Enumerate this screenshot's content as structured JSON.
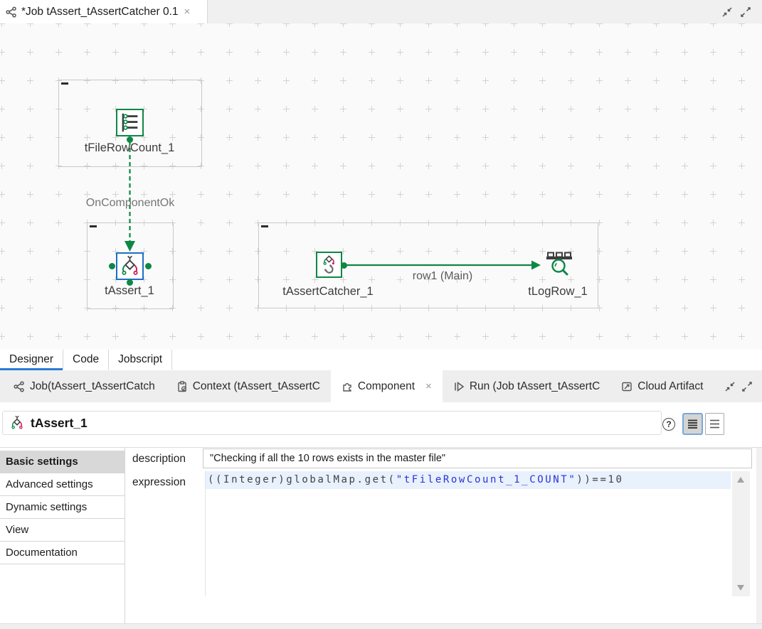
{
  "ui": {
    "close_glyph": "×",
    "help_glyph": "?"
  },
  "editor_tab": {
    "title": "*Job tAssert_tAssertCatcher 0.1"
  },
  "canvas": {
    "components": [
      {
        "label": "tFileRowCount_1"
      },
      {
        "label": "tAssert_1"
      },
      {
        "label": "tAssertCatcher_1"
      },
      {
        "label": "tLogRow_1"
      }
    ],
    "links": [
      {
        "label": "OnComponentOk",
        "type": "trigger-dashed"
      },
      {
        "label": "row1 (Main)",
        "type": "row-main"
      }
    ]
  },
  "editor_bottom_tabs": [
    {
      "label": "Designer",
      "active": true
    },
    {
      "label": "Code",
      "active": false
    },
    {
      "label": "Jobscript",
      "active": false
    }
  ],
  "panel_tabs": [
    {
      "label": "Job(tAssert_tAssertCatch",
      "icon": "job-icon",
      "active": false
    },
    {
      "label": "Context (tAssert_tAssertC",
      "icon": "context-icon",
      "active": false
    },
    {
      "label": "Component",
      "icon": "component-icon",
      "active": true,
      "closable": true
    },
    {
      "label": "Run (Job tAssert_tAssertC",
      "icon": "run-icon",
      "active": false
    },
    {
      "label": "Cloud Artifact",
      "icon": "cloud-artifact-icon",
      "active": false
    }
  ],
  "component_panel": {
    "title": "tAssert_1",
    "sidebar": [
      "Basic settings",
      "Advanced settings",
      "Dynamic settings",
      "View",
      "Documentation"
    ],
    "fields": {
      "description_label": "description",
      "description_value": "\"Checking if all the 10 rows exists in the master file\"",
      "expression_label": "expression",
      "expression_code_prefix": "((Integer)globalMap.get(",
      "expression_code_string": "\"tFileRowCount_1_COUNT\"",
      "expression_code_suffix": "))==10"
    }
  },
  "colors": {
    "talend_green": "#0e8745",
    "selection_blue": "#1e6fc5",
    "assert_red": "#c8195e",
    "code_string_blue": "#2b32d6",
    "code_line_highlight": "#e8f1fc",
    "active_tab_underline": "#2b7bd4"
  }
}
